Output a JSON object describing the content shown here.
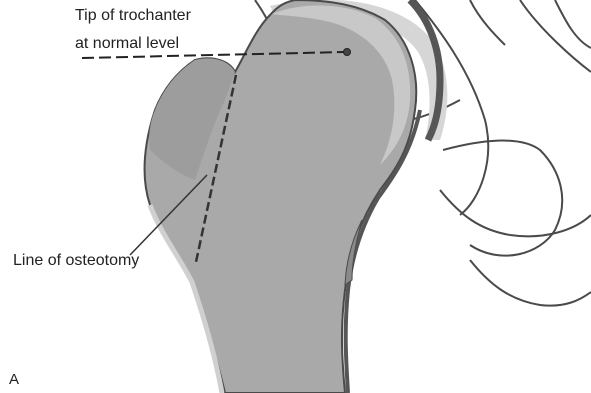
{
  "labels": {
    "tip_line1": "Tip of trochanter",
    "tip_line2": "at normal level",
    "osteotomy": "Line of osteotomy",
    "panel": "A"
  },
  "colors": {
    "bone_fill": "#a9a9a9",
    "cartilage": "#d6d6d6",
    "cortex": "#565656",
    "outline": "#4a4a4a",
    "background": "#ffffff",
    "text": "#222222"
  }
}
